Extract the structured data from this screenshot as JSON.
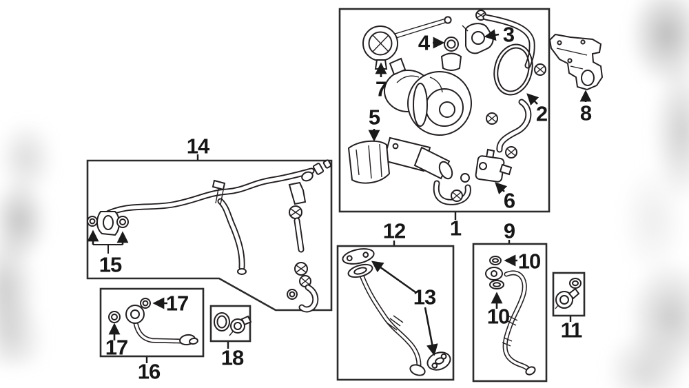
{
  "colors": {
    "background": "#ffffff",
    "line": "#231f20",
    "label": "#161616",
    "edge_shadow": "#c7c7c7"
  },
  "callouts": {
    "1": "1",
    "2": "2",
    "3": "3",
    "4": "4",
    "5": "5",
    "6": "6",
    "7": "7",
    "8": "8",
    "9": "9",
    "10": "10",
    "11": "11",
    "12": "12",
    "13": "13",
    "14": "14",
    "15": "15",
    "16": "16",
    "17": "17",
    "18": "18"
  }
}
